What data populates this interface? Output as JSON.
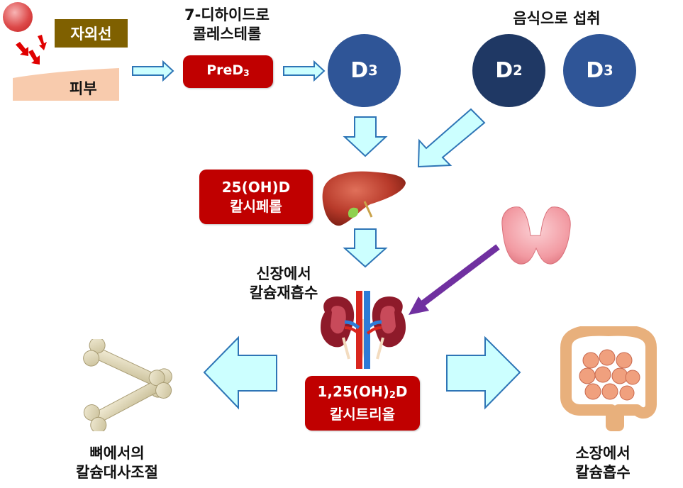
{
  "uv_label": "자외선",
  "skin_label": "피부",
  "dehydro_label_line1": "7-디하이드로",
  "dehydro_label_line2": "콜레스테롤",
  "pred3": {
    "base": "PreD",
    "sub": "3"
  },
  "d3_circle": {
    "base": "D",
    "sub": "3"
  },
  "food_label": "음식으로 섭취",
  "food_d2": {
    "base": "D",
    "sub": "2"
  },
  "food_d3": {
    "base": "D",
    "sub": "3"
  },
  "calcifediol": {
    "line1": "25(OH)D",
    "line2": "칼시페롤"
  },
  "kidney_label_line1": "신장에서",
  "kidney_label_line2": "칼슘재흡수",
  "calcitriol": {
    "line1_pre": "1,25(OH)",
    "line1_sub": "2",
    "line1_post": "D",
    "line2": "칼시트리올"
  },
  "bone_label_line1": "뼈에서의",
  "bone_label_line2": "칼슘대사조절",
  "intestine_label_line1": "소장에서",
  "intestine_label_line2": "칼슘흡수",
  "colors": {
    "red_box": "#c00000",
    "uv_box": "#7f6000",
    "skin": "#f8cbad",
    "circle_d3": "#2f5597",
    "circle_d2": "#1f3864",
    "arrow_fill": "#ccffff",
    "arrow_stroke": "#2e75b6",
    "purple_arrow": "#7030a0",
    "uv_arrow": "#e00000"
  }
}
